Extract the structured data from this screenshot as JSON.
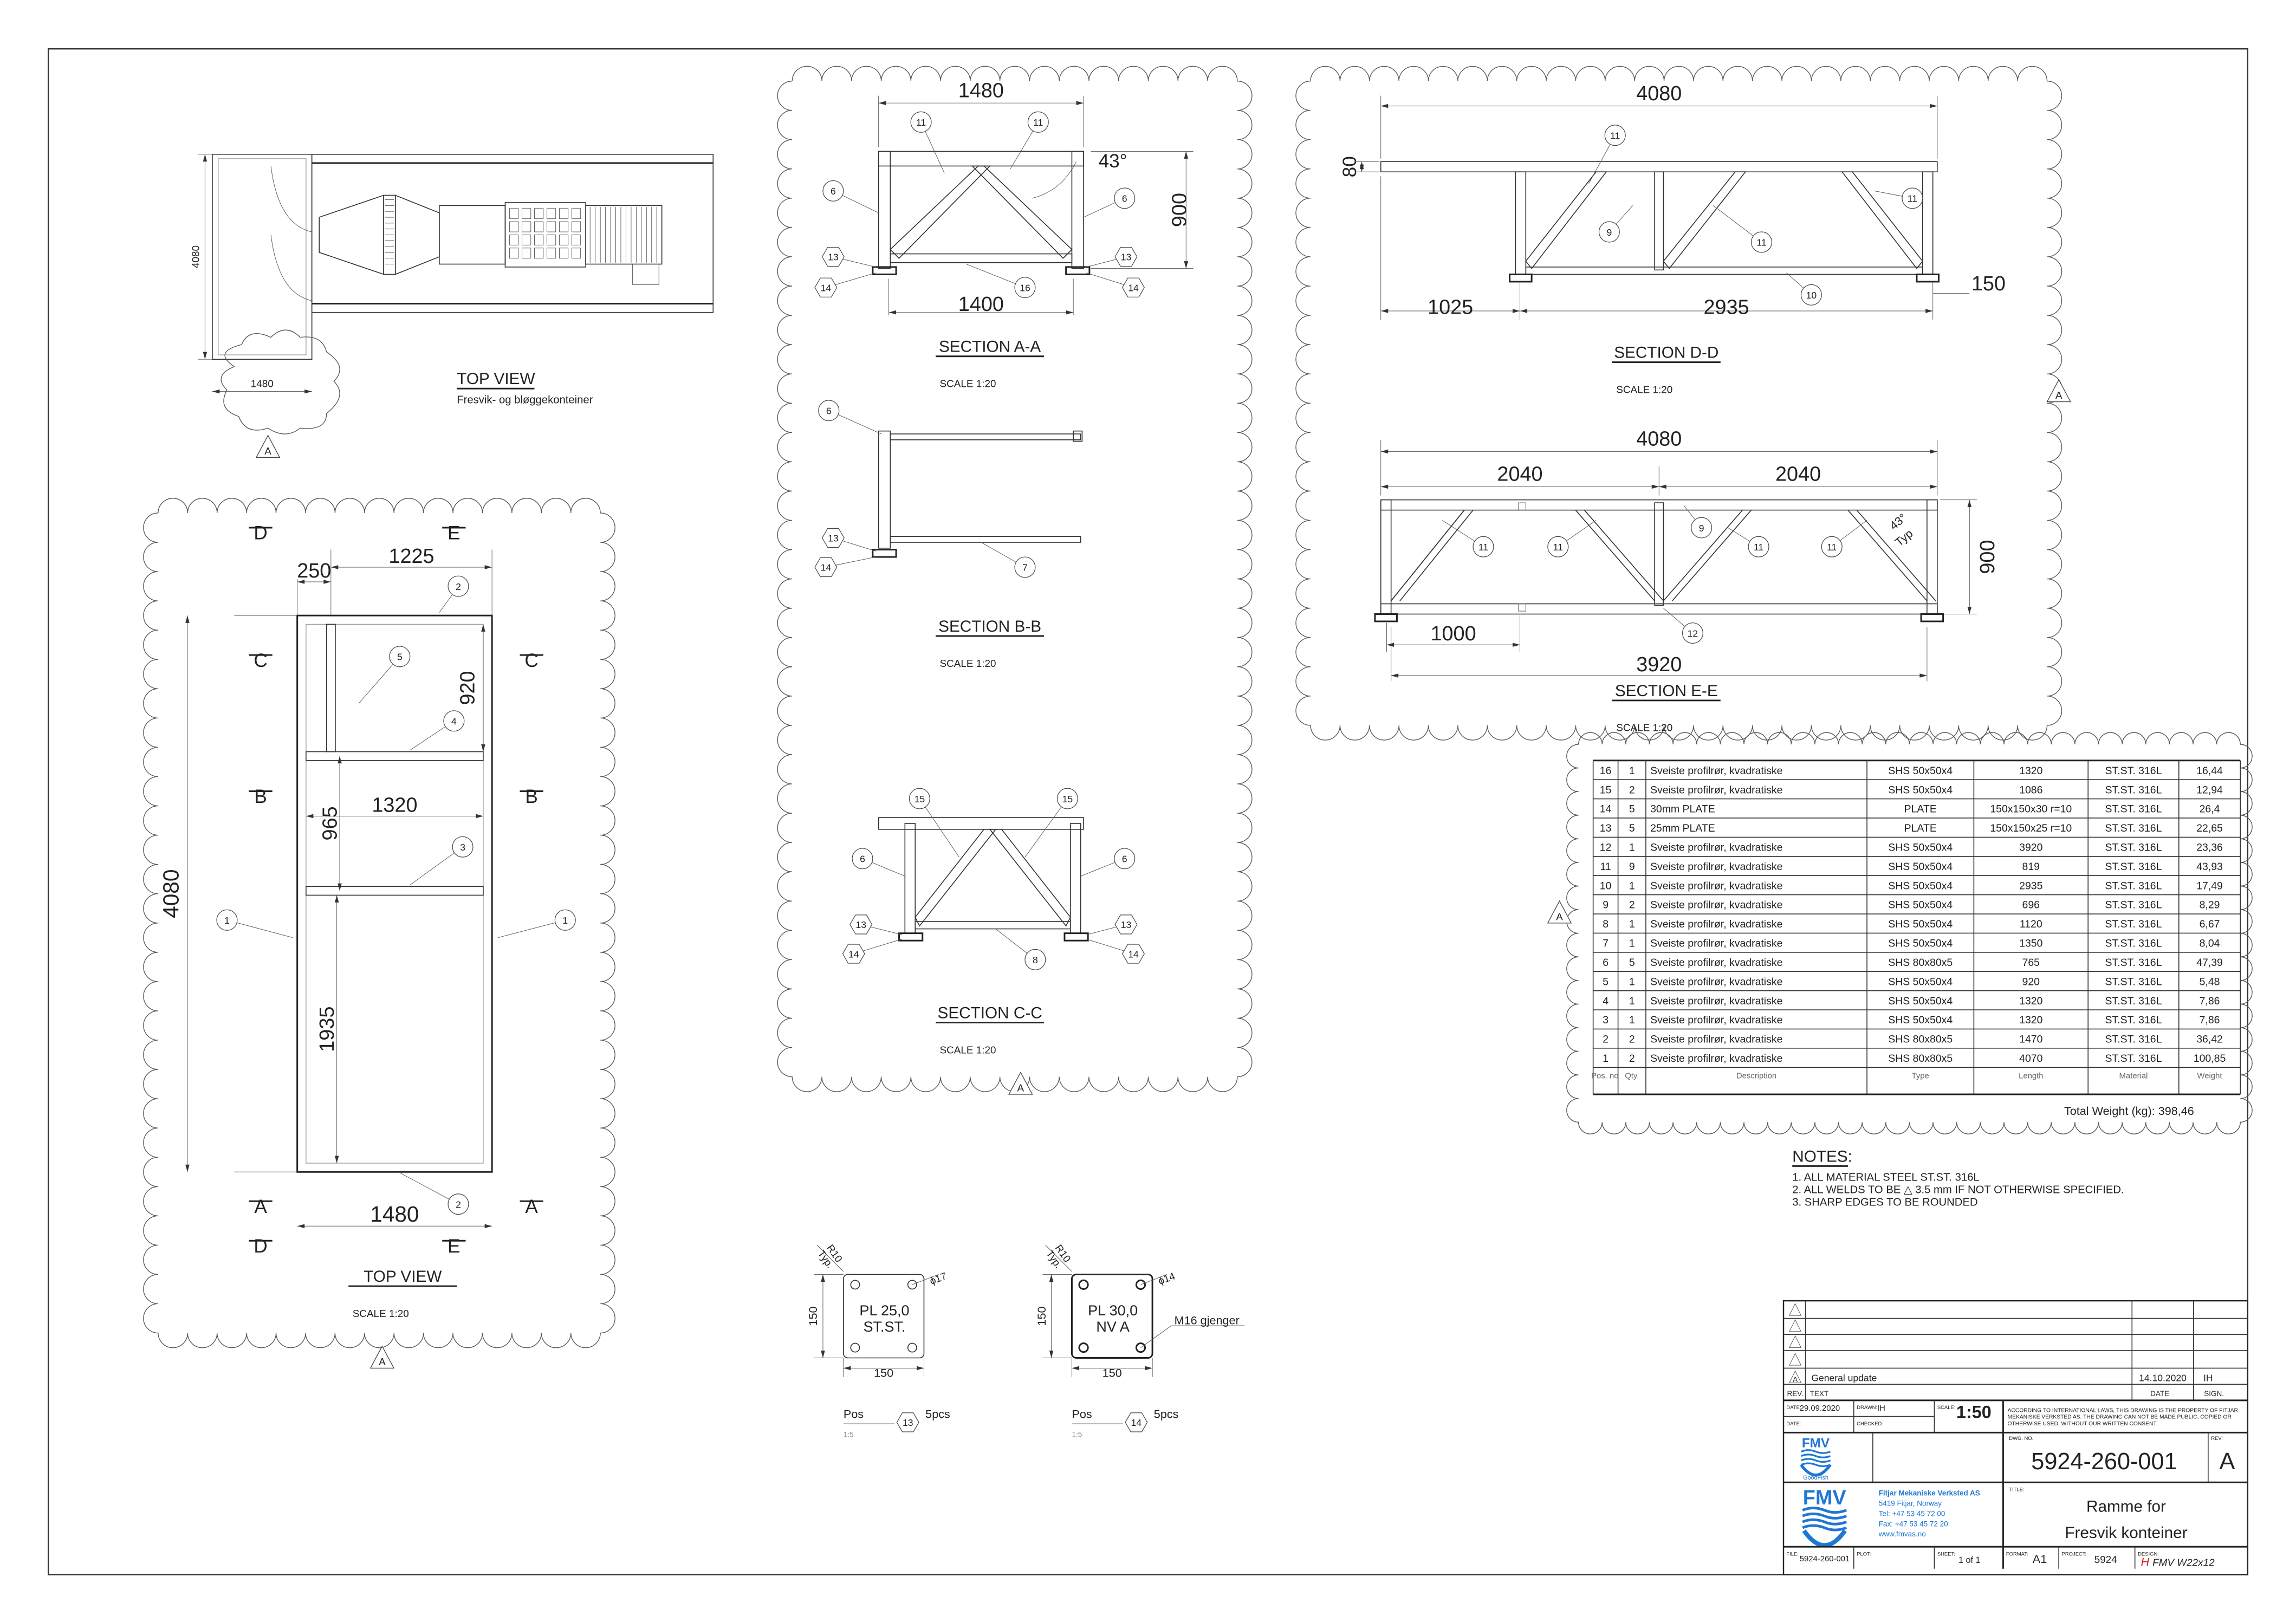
{
  "overview_top_view": {
    "title": "TOP VIEW",
    "subtitle": "Fresvik- og bløggekonteiner",
    "dim_length": "4080",
    "dim_width": "1480",
    "view_marker": "A"
  },
  "top_view": {
    "title": "TOP VIEW",
    "scale": "SCALE 1:20",
    "view_marker": "A",
    "dims": {
      "d250": "250",
      "d1225": "1225",
      "d920": "920",
      "d1320": "1320",
      "d965": "965",
      "d4080": "4080",
      "d1935": "1935",
      "d1480": "1480"
    },
    "section_marks": {
      "d": "D",
      "e": "E",
      "c": "C",
      "b": "B",
      "a": "A"
    },
    "balloons": [
      "2",
      "5",
      "4",
      "3",
      "1",
      "1",
      "2"
    ]
  },
  "section_aa": {
    "title": "SECTION A-A",
    "scale": "SCALE 1:20",
    "dims": {
      "top": "1480",
      "bottom": "1400",
      "height": "900",
      "angle": "43°"
    },
    "balloons": [
      "11",
      "11",
      "6",
      "6",
      "13",
      "13",
      "14",
      "14",
      "16"
    ]
  },
  "section_bb": {
    "title": "SECTION B-B",
    "scale": "SCALE 1:20",
    "balloons": [
      "6",
      "13",
      "14",
      "7"
    ]
  },
  "section_cc": {
    "title": "SECTION C-C",
    "scale": "SCALE 1:20",
    "view_marker": "A",
    "balloons": [
      "15",
      "15",
      "6",
      "6",
      "13",
      "13",
      "14",
      "14",
      "8"
    ]
  },
  "section_dd": {
    "title": "SECTION D-D",
    "scale": "SCALE 1:20",
    "view_marker": "A",
    "dims": {
      "length": "4080",
      "height": "80",
      "left": "1025",
      "mid": "2935",
      "right": "150"
    },
    "balloons": [
      "11",
      "11",
      "9",
      "11",
      "10"
    ]
  },
  "section_ee": {
    "title": "SECTION E-E",
    "scale": "SCALE 1:20",
    "dims": {
      "length": "4080",
      "half_left": "2040",
      "half_right": "2040",
      "height": "900",
      "offset": "1000",
      "bottom": "3920",
      "angle": "43°",
      "angle_note": "Typ"
    },
    "balloons": [
      "11",
      "11",
      "9",
      "11",
      "11",
      "12"
    ]
  },
  "parts_list": {
    "view_marker": "A",
    "headers": [
      "Pos. no",
      "Qty.",
      "Description",
      "Type",
      "Length",
      "Material",
      "Weight"
    ],
    "rows": [
      [
        "16",
        "1",
        "Sveiste profilrør, kvadratiske",
        "SHS 50x50x4",
        "1320",
        "ST.ST. 316L",
        "16,44"
      ],
      [
        "15",
        "2",
        "Sveiste profilrør, kvadratiske",
        "SHS 50x50x4",
        "1086",
        "ST.ST. 316L",
        "12,94"
      ],
      [
        "14",
        "5",
        "30mm PLATE",
        "PLATE",
        "150x150x30 r=10",
        "ST.ST. 316L",
        "26,4"
      ],
      [
        "13",
        "5",
        "25mm PLATE",
        "PLATE",
        "150x150x25 r=10",
        "ST.ST. 316L",
        "22,65"
      ],
      [
        "12",
        "1",
        "Sveiste profilrør, kvadratiske",
        "SHS 50x50x4",
        "3920",
        "ST.ST. 316L",
        "23,36"
      ],
      [
        "11",
        "9",
        "Sveiste profilrør, kvadratiske",
        "SHS 50x50x4",
        "819",
        "ST.ST. 316L",
        "43,93"
      ],
      [
        "10",
        "1",
        "Sveiste profilrør, kvadratiske",
        "SHS 50x50x4",
        "2935",
        "ST.ST. 316L",
        "17,49"
      ],
      [
        "9",
        "2",
        "Sveiste profilrør, kvadratiske",
        "SHS 50x50x4",
        "696",
        "ST.ST. 316L",
        "8,29"
      ],
      [
        "8",
        "1",
        "Sveiste profilrør, kvadratiske",
        "SHS 50x50x4",
        "1120",
        "ST.ST. 316L",
        "6,67"
      ],
      [
        "7",
        "1",
        "Sveiste profilrør, kvadratiske",
        "SHS 50x50x4",
        "1350",
        "ST.ST. 316L",
        "8,04"
      ],
      [
        "6",
        "5",
        "Sveiste profilrør, kvadratiske",
        "SHS 80x80x5",
        "765",
        "ST.ST. 316L",
        "47,39"
      ],
      [
        "5",
        "1",
        "Sveiste profilrør, kvadratiske",
        "SHS 50x50x4",
        "920",
        "ST.ST. 316L",
        "5,48"
      ],
      [
        "4",
        "1",
        "Sveiste profilrør, kvadratiske",
        "SHS 50x50x4",
        "1320",
        "ST.ST. 316L",
        "7,86"
      ],
      [
        "3",
        "1",
        "Sveiste profilrør, kvadratiske",
        "SHS 50x50x4",
        "1320",
        "ST.ST. 316L",
        "7,86"
      ],
      [
        "2",
        "2",
        "Sveiste profilrør, kvadratiske",
        "SHS 80x80x5",
        "1470",
        "ST.ST. 316L",
        "36,42"
      ],
      [
        "1",
        "2",
        "Sveiste profilrør, kvadratiske",
        "SHS 80x80x5",
        "4070",
        "ST.ST. 316L",
        "100,85"
      ]
    ],
    "total_weight": "Total Weight (kg): 398,46"
  },
  "notes": {
    "title": "NOTES:",
    "items": [
      "1. ALL MATERIAL STEEL ST.ST. 316L",
      "2. ALL WELDS TO BE △ 3.5 mm IF NOT OTHERWISE SPECIFIED.",
      "3. SHARP EDGES TO BE ROUNDED"
    ]
  },
  "plate_13": {
    "radius": "R10",
    "radius_note": "Typ.",
    "hole": "ϕ17",
    "marking_1": "PL 25,0",
    "marking_2": "ST.ST.",
    "width": "150",
    "height": "150",
    "pos_label": "Pos",
    "pos_scale": "1:5",
    "pos": "13",
    "qty": "5pcs"
  },
  "plate_14": {
    "radius": "R10",
    "radius_note": "Typ.",
    "hole": "ϕ14",
    "marking_1": "PL 30,0",
    "marking_2": "NV  A",
    "thread": "M16 gjenger",
    "width": "150",
    "height": "150",
    "pos_label": "Pos",
    "pos_scale": "1:5",
    "pos": "14",
    "qty": "5pcs"
  },
  "title_block": {
    "revision": {
      "rev": "A",
      "text": "General  update",
      "date": "14.10.2020",
      "sign": "IH"
    },
    "rev_headers": {
      "rev": "REV.",
      "text": "TEXT",
      "date": "DATE",
      "sign": "SIGN."
    },
    "date_label": "DATE:",
    "date": "29.09.2020",
    "drawn_label": "DRAWN:",
    "drawn": "IH",
    "date2_label": "DATE:",
    "checked_label": "CHECKED:",
    "scale_label": "SCALE:",
    "scale": "1:50",
    "legal_1": "ACCORDING TO INTERNATIONAL LAWS, THIS DRAWING IS THE PROPERTY OF FITJAR",
    "legal_2": "MEKANISKE VERKSTED AS. THE DRAWING CAN NOT BE MADE PUBLIC, COPIED OR",
    "legal_3": "OTHERWISE USED, WITHOUT OUR WRITTEN CONSENT.",
    "dwg_label": "DWG. NO.",
    "dwg_no": "5924-260-001",
    "rev_label": "REV:",
    "rev": "A",
    "logo_small": "FMV",
    "logo_small_sub": "GoodFish",
    "logo": "FMV",
    "company": "Fitjar Mekaniske Verksted AS",
    "address": "5419 Fitjar, Norway",
    "tel": "Tel:  +47 53 45 72 00",
    "fax": "Fax: +47 53 45 72 20",
    "web": "www.fmvas.no",
    "title_label": "TITLE:",
    "title_1": "Ramme for",
    "title_2": "Fresvik konteiner",
    "file_label": "FILE:",
    "file": "5924-260-001",
    "plot_label": "PLOT:",
    "sheet_label": "SHEET:",
    "sheet": "1 of 1",
    "format_label": "FORMAT:",
    "format": "A1",
    "project_label": "PROJECT:",
    "project": "5924",
    "design_label": "DESIGN:",
    "design_h": "H",
    "design": "FMV  W22x12"
  },
  "colors": {
    "brand_blue": "#1f77d4",
    "line": "#333333",
    "design_red": "#d42020"
  }
}
